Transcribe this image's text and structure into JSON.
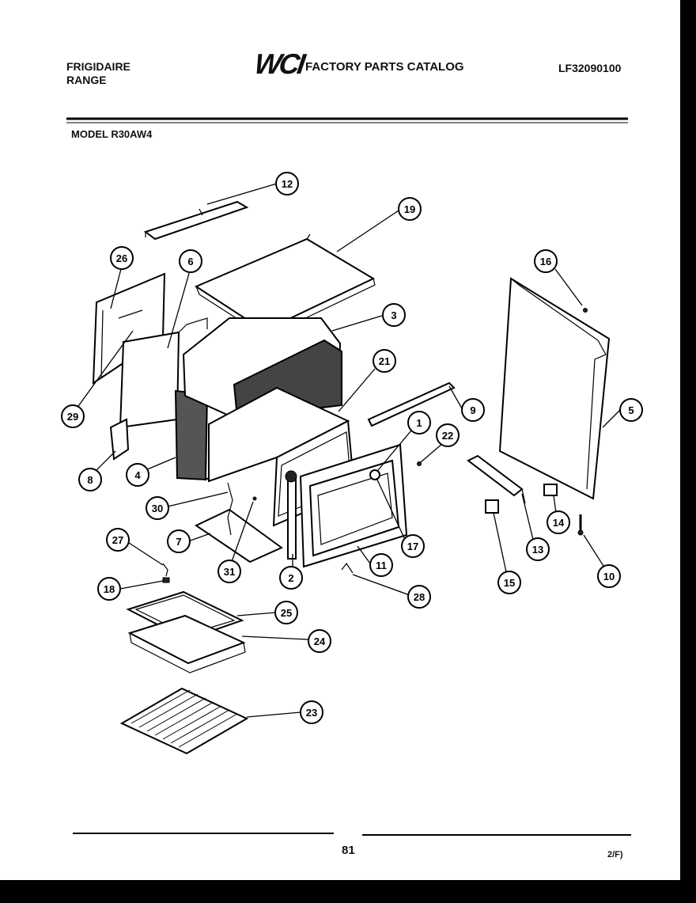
{
  "header": {
    "brand_line1": "FRIGIDAIRE",
    "brand_line2": "RANGE",
    "logo": "WCI",
    "catalog_title": "FACTORY PARTS CATALOG",
    "catalog_code": "LF32090100",
    "model": "MODEL R30AW4"
  },
  "footer": {
    "page": "81",
    "date": "2/F)"
  },
  "callouts": [
    "12",
    "19",
    "26",
    "6",
    "16",
    "3",
    "21",
    "9",
    "5",
    "29",
    "22",
    "1",
    "8",
    "4",
    "30",
    "7",
    "27",
    "31",
    "2",
    "11",
    "17",
    "14",
    "13",
    "10",
    "15",
    "18",
    "25",
    "28",
    "24",
    "23"
  ]
}
